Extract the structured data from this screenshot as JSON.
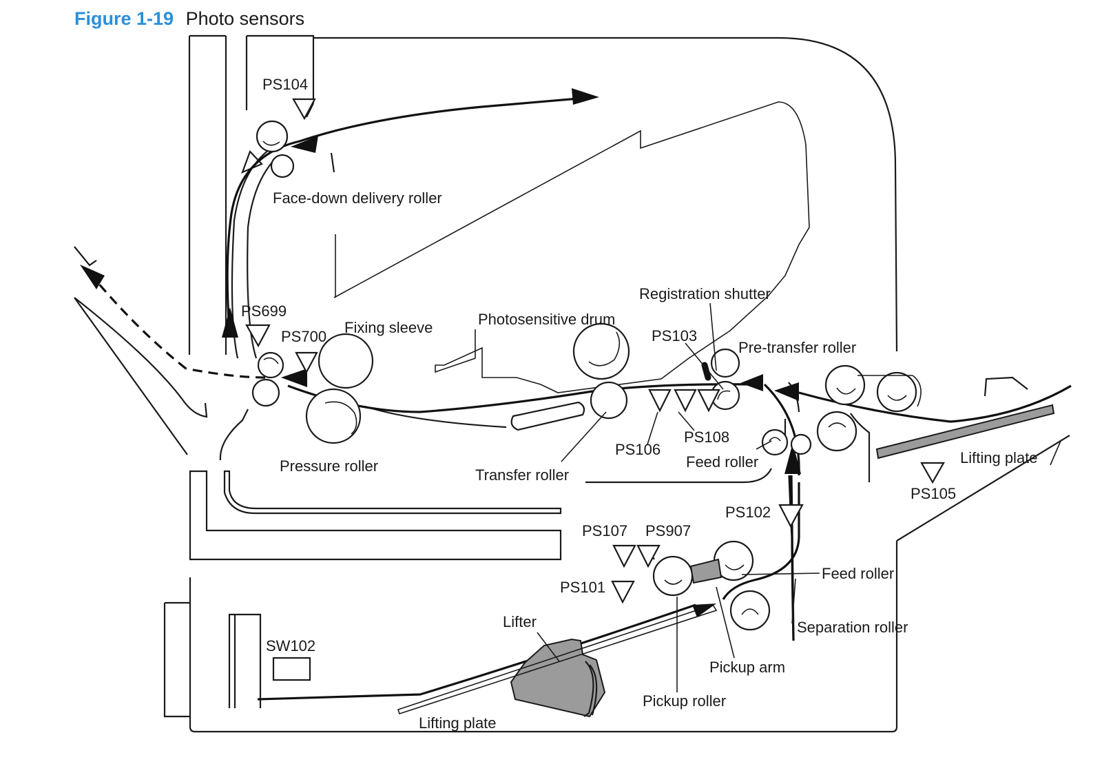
{
  "figure": {
    "number": "Figure 1-19",
    "caption": "Photo sensors"
  },
  "sensors": {
    "ps101": "PS101",
    "ps102": "PS102",
    "ps103": "PS103",
    "ps104": "PS104",
    "ps105": "PS105",
    "ps106": "PS106",
    "ps107": "PS107",
    "ps108": "PS108",
    "ps699": "PS699",
    "ps700": "PS700",
    "ps907": "PS907"
  },
  "switches": {
    "sw102": "SW102"
  },
  "components": {
    "face_down_delivery_roller": "Face-down delivery roller",
    "fixing_sleeve": "Fixing sleeve",
    "pressure_roller": "Pressure roller",
    "photosensitive_drum": "Photosensitive drum",
    "transfer_roller": "Transfer roller",
    "registration_shutter": "Registration shutter",
    "pre_transfer_roller": "Pre-transfer roller",
    "feed_roller_upper": "Feed roller",
    "feed_roller_lower": "Feed roller",
    "separation_roller": "Separation roller",
    "pickup_arm": "Pickup arm",
    "pickup_roller": "Pickup roller",
    "lifter": "Lifter",
    "lifting_plate_tray": "Lifting plate",
    "lifting_plate_mp": "Lifting plate"
  }
}
